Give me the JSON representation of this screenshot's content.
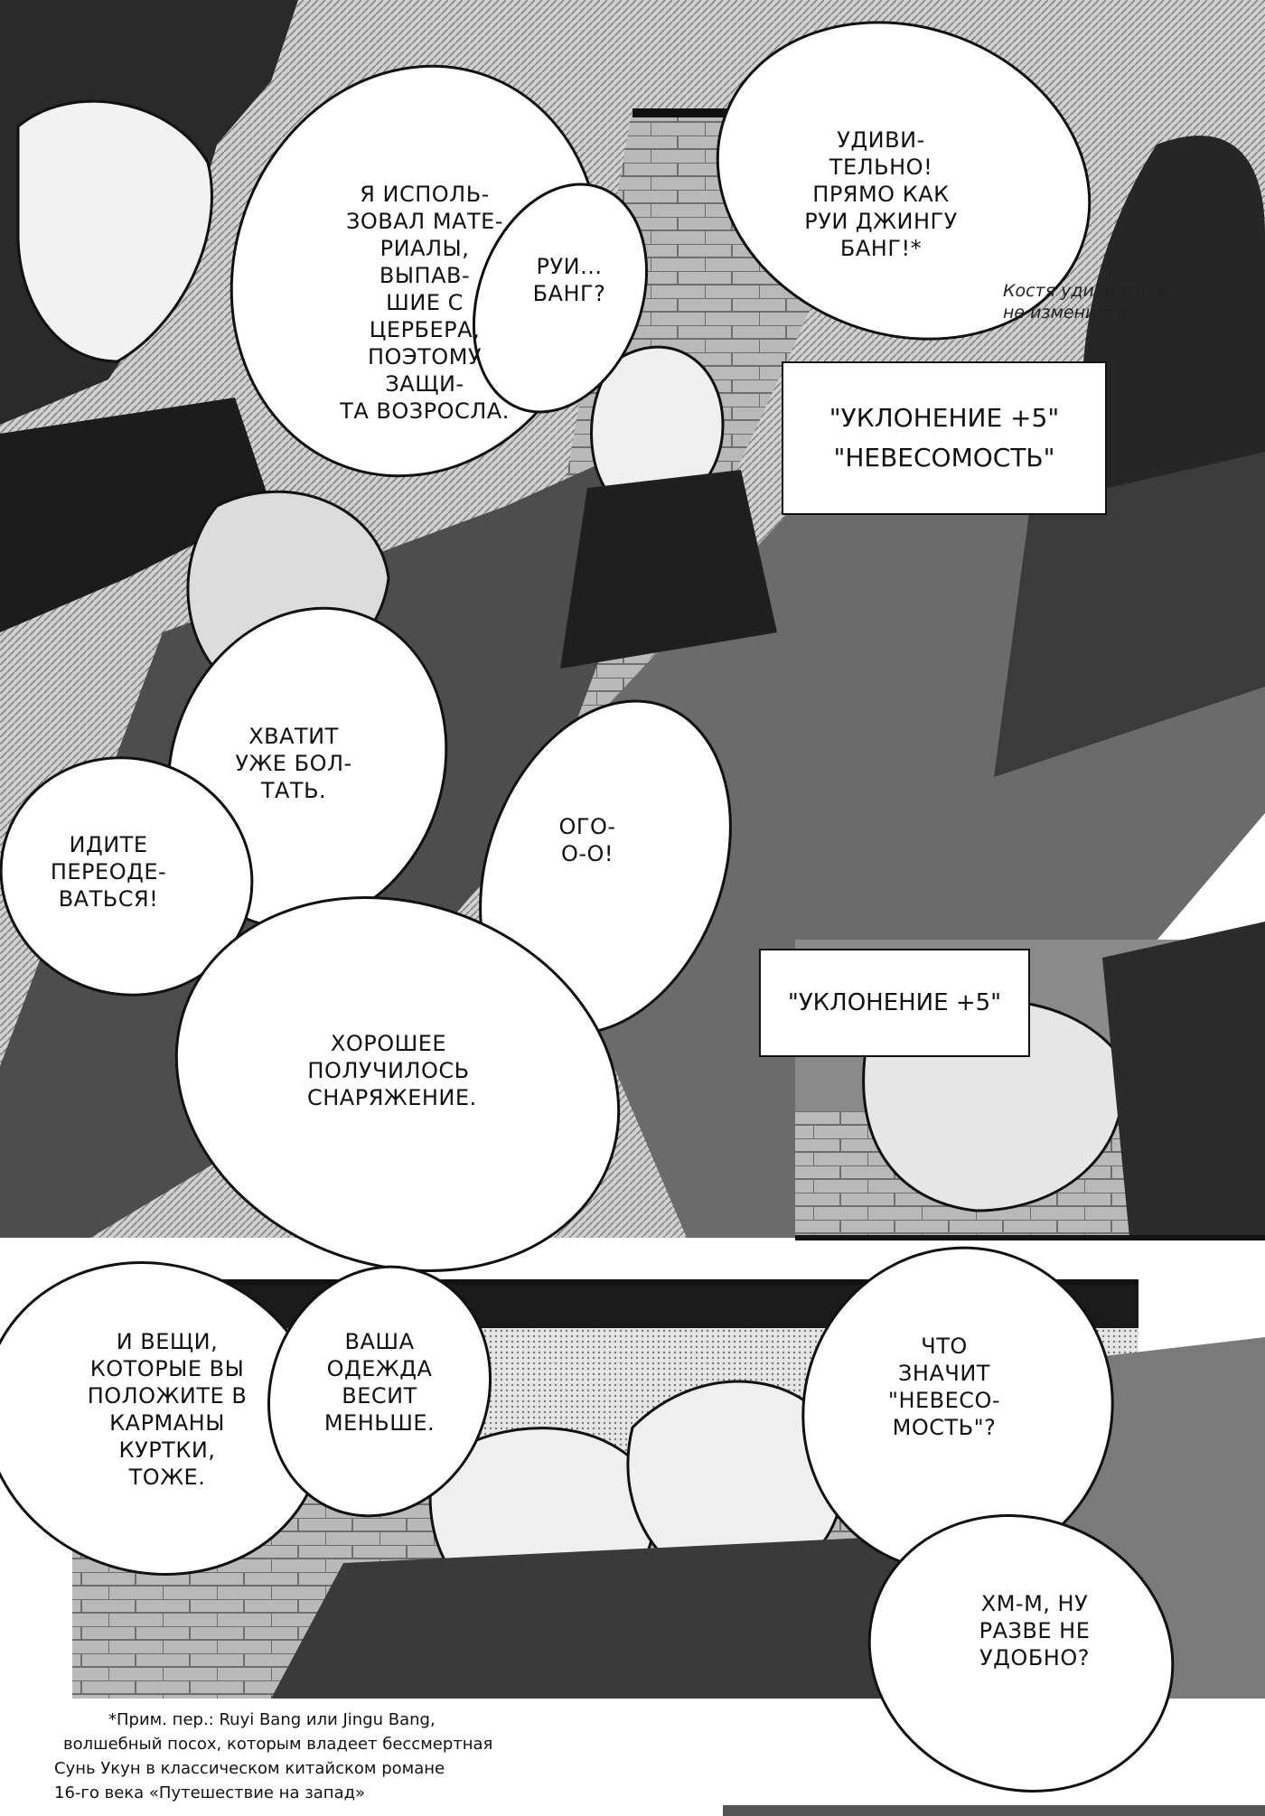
{
  "page": {
    "colors": {
      "ink": "#111111",
      "paper": "#ffffff",
      "tone_dark": "#5a5a5a",
      "tone_mid": "#8c8c8c",
      "tone_light": "#c8c8c8"
    }
  },
  "bubbles": {
    "b1": "Я исполь-\nзовал мате-\nриалы, выпав-\nшие с цербера,\nпоэтому защи-\nта возросла.",
    "b2": "Руи...\nбанг?",
    "b3": "Удиви-\nтельно!\nПрямо как\nРуи Джингу\nБанг!*",
    "b4": "Хватит\nуже бол-\nтать.",
    "b5": "Идите\nпереоде-\nваться!",
    "b6": "Ого-\nо-о!",
    "b7": "Хорошее\nполучилось\nснаряжение.",
    "b8": "И вещи,\nкоторые вы\nположите в\nкарманы\nкуртки,\nтоже.",
    "b9": "Ваша\nодежда\nвесит\nменьше.",
    "b10": "Что\nзначит\n\"невесо-\nмость\"?",
    "b11": "Хм-м, ну\nразве не\nудобно?"
  },
  "narration": {
    "n1": "Костя удивился, и\nне изменился."
  },
  "captions": {
    "c1": "\"Уклонение +5\"\n\"Невесомость\"",
    "c2": "\"Уклонение +5\""
  },
  "translator_note": {
    "line1": "*Прим. пер.: Ruyi Bang или Jingu Bang,",
    "line2": "волшебный посох, которым владеет бессмертная",
    "line3": "Сунь Укун в классическом китайском романе",
    "line4": "16-го века «Путешествие на запад»"
  }
}
